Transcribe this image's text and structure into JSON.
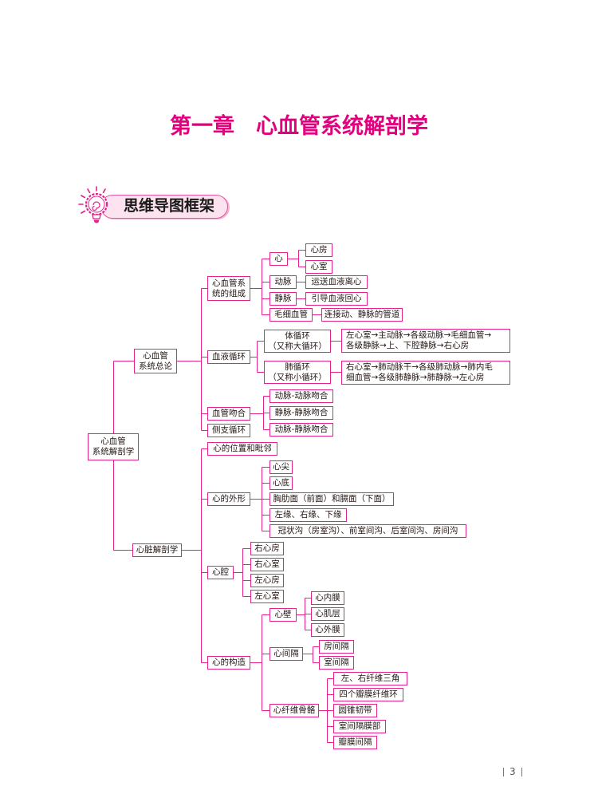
{
  "title": {
    "chapter": "第一章",
    "name": "心血管系统解剖学"
  },
  "section_header": "思维导图框架",
  "icons": {
    "section_header": "lightbulb-icon"
  },
  "colors": {
    "accent": "#e3007f",
    "line": "#e3228c",
    "header_fill": "#fde2ef"
  },
  "mindmap": {
    "root": "心血管\n系统解剖学",
    "general": {
      "label": "心血管\n系统总论",
      "composition": {
        "label": "心血管系\n统的组成",
        "heart": {
          "label": "心",
          "children": [
            "心房",
            "心室"
          ]
        },
        "artery": {
          "label": "动脉",
          "desc": "运送血液离心"
        },
        "vein": {
          "label": "静脉",
          "desc": "引导血液回心"
        },
        "capillary": {
          "label": "毛细血管",
          "desc": "连接动、静脉的管道"
        }
      },
      "circulation": {
        "label": "血液循环",
        "systemic": {
          "label": "体循环\n（又称大循环）",
          "path": "左心室→主动脉→各级动脉→毛细血管→\n各级静脉→上、下腔静脉→右心房"
        },
        "pulmonary": {
          "label": "肺循环\n（又称小循环）",
          "path": "右心室→肺动脉干→各级肺动脉→肺内毛\n细血管→各级肺静脉→肺静脉→左心房"
        }
      },
      "anastomosis": {
        "label": "血管吻合",
        "children": [
          "动脉-动脉吻合",
          "静脉-静脉吻合",
          "动脉-静脉吻合"
        ]
      },
      "collateral": "侧支循环"
    },
    "heart_anatomy": {
      "label": "心脏解剖学",
      "position": "心的位置和毗邻",
      "shape": {
        "label": "心的外形",
        "children": [
          "心尖",
          "心底",
          "胸肋面（前面）和膈面（下面）",
          "左缘、右缘、下缘",
          "冠状沟（房室沟）、前室间沟、后室间沟、房间沟"
        ]
      },
      "chambers": {
        "label": "心腔",
        "children": [
          "右心房",
          "右心室",
          "左心房",
          "左心室"
        ]
      },
      "structure": {
        "label": "心的构造",
        "wall": {
          "label": "心壁",
          "children": [
            "心内膜",
            "心肌层",
            "心外膜"
          ]
        },
        "septum": {
          "label": "心间隔",
          "children": [
            "房间隔",
            "室间隔"
          ]
        },
        "skeleton": {
          "label": "心纤维骨骼",
          "children": [
            "左、右纤维三角",
            "四个瓣膜纤维环",
            "圆锥韧带",
            "室间隔膜部",
            "瓣膜间隔"
          ]
        }
      }
    }
  },
  "page_number": "3"
}
